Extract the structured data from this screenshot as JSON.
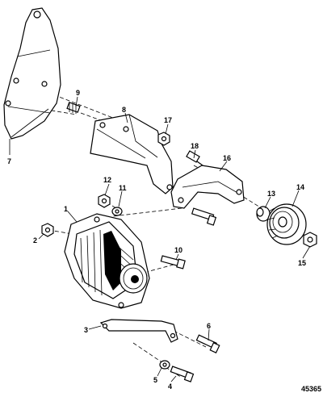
{
  "diagram": {
    "callouts": [
      {
        "id": "c1",
        "text": "1"
      },
      {
        "id": "c2",
        "text": "2"
      },
      {
        "id": "c3",
        "text": "3"
      },
      {
        "id": "c4",
        "text": "4"
      },
      {
        "id": "c5",
        "text": "5"
      },
      {
        "id": "c6",
        "text": "6"
      },
      {
        "id": "c7",
        "text": "7"
      },
      {
        "id": "c8",
        "text": "8"
      },
      {
        "id": "c9",
        "text": "9"
      },
      {
        "id": "c10",
        "text": "10"
      },
      {
        "id": "c11",
        "text": "11"
      },
      {
        "id": "c12",
        "text": "12"
      },
      {
        "id": "c13",
        "text": "13"
      },
      {
        "id": "c14",
        "text": "14"
      },
      {
        "id": "c15",
        "text": "15"
      },
      {
        "id": "c16",
        "text": "16"
      },
      {
        "id": "c17",
        "text": "17"
      },
      {
        "id": "c18",
        "text": "18"
      }
    ],
    "reference_number": "45365"
  }
}
